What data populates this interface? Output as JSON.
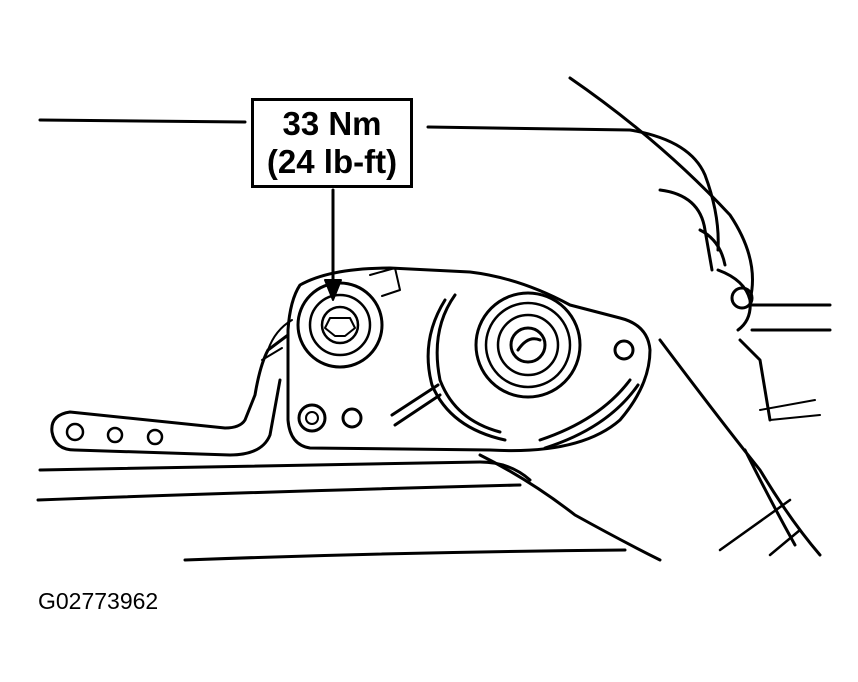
{
  "callout": {
    "torque_metric": "33 Nm",
    "torque_imperial": "(24 lb-ft)"
  },
  "figure_id": "G02773962",
  "colors": {
    "ink": "#000000",
    "paper": "#ffffff"
  }
}
